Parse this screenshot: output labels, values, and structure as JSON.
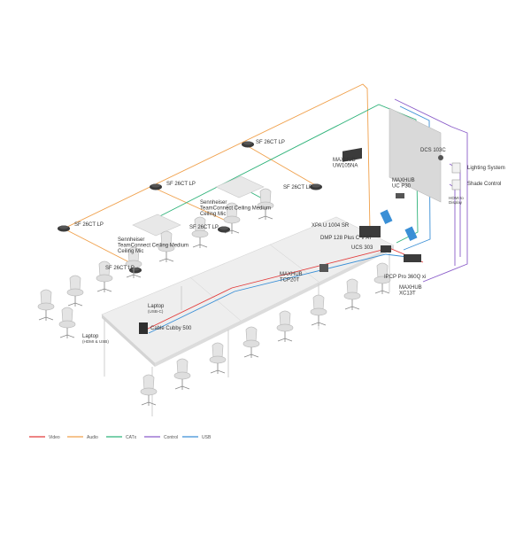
{
  "colors": {
    "video": "#e23b3b",
    "audio": "#f0a04b",
    "catx": "#2fb37a",
    "control": "#8a5cc9",
    "usb": "#3a8fd6",
    "table": "#eeeeee",
    "display": "#d9d9d9",
    "device": "#3b3b3b",
    "chair": "#bcbcbc"
  },
  "labels": {
    "sf_mic_1": "SF 26CT LP",
    "sf_mic_2": "SF 26CT LP",
    "sf_mic_3": "SF 26CT LP",
    "sf_mic_4": "SF 26CT LP",
    "sf_mic_5": "SF 26CT LP",
    "sf_mic_6": "SF 26CT LP",
    "sennheiser_1": [
      "Sennheiser",
      "TeamConnect Ceiling Medium",
      "Ceiling Mic"
    ],
    "sennheiser_2": [
      "Sennheiser",
      "TeamConnect Ceiling Medium",
      "Ceiling Mic"
    ],
    "maxhub_uw": [
      "MAXHUB",
      "UW105NA"
    ],
    "maxhub_ucp": [
      "MAXHUB",
      "UC P30"
    ],
    "dcs": "DCS 103C",
    "lighting": "Lighting System",
    "shade": "Shade Control",
    "hdmi_display": [
      "HDMI to",
      "Display"
    ],
    "xpa": "XPA U 1004 SR",
    "dmp": "DMP 128 Plus C V AT",
    "ucs": "UCS 303",
    "tcp": [
      "MAXHUB",
      "TCP20T"
    ],
    "iptv": "IPCP Pro 360Q xi",
    "xc": [
      "MAXHUB",
      "XC13T"
    ],
    "laptop_usbc": [
      "Laptop",
      "(USB-C)"
    ],
    "cable_cubby": "Cable Cubby 500",
    "laptop_hdmi": [
      "Laptop",
      "(HDMI & USB)"
    ]
  },
  "legend": [
    {
      "label": "Video",
      "color": "#e23b3b"
    },
    {
      "label": "Audio",
      "color": "#f0a04b"
    },
    {
      "label": "CATx",
      "color": "#2fb37a"
    },
    {
      "label": "Control",
      "color": "#8a5cc9"
    },
    {
      "label": "USB",
      "color": "#3a8fd6"
    }
  ]
}
